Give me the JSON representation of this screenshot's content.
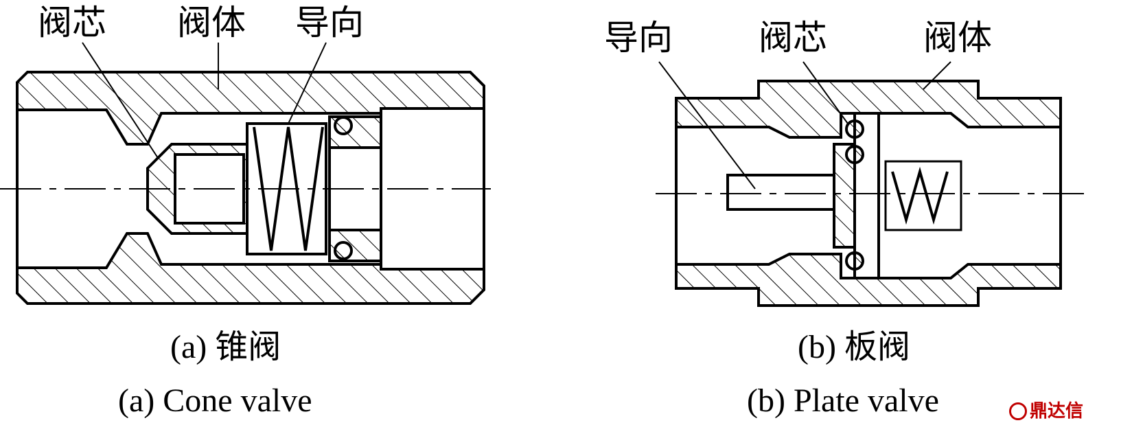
{
  "cone_valve": {
    "labels": {
      "core": "阀芯",
      "body": "阀体",
      "guide": "导向"
    },
    "caption_cn": "(a) 锥阀",
    "caption_en": "(a) Cone valve"
  },
  "plate_valve": {
    "labels": {
      "guide": "导向",
      "core": "阀芯",
      "body": "阀体"
    },
    "caption_cn": "(b) 板阀",
    "caption_en": "(b) Plate valve"
  },
  "watermark": {
    "text": "鼎达信"
  },
  "colors": {
    "ink": "#000000",
    "background": "#ffffff",
    "watermark": "#c00000"
  }
}
